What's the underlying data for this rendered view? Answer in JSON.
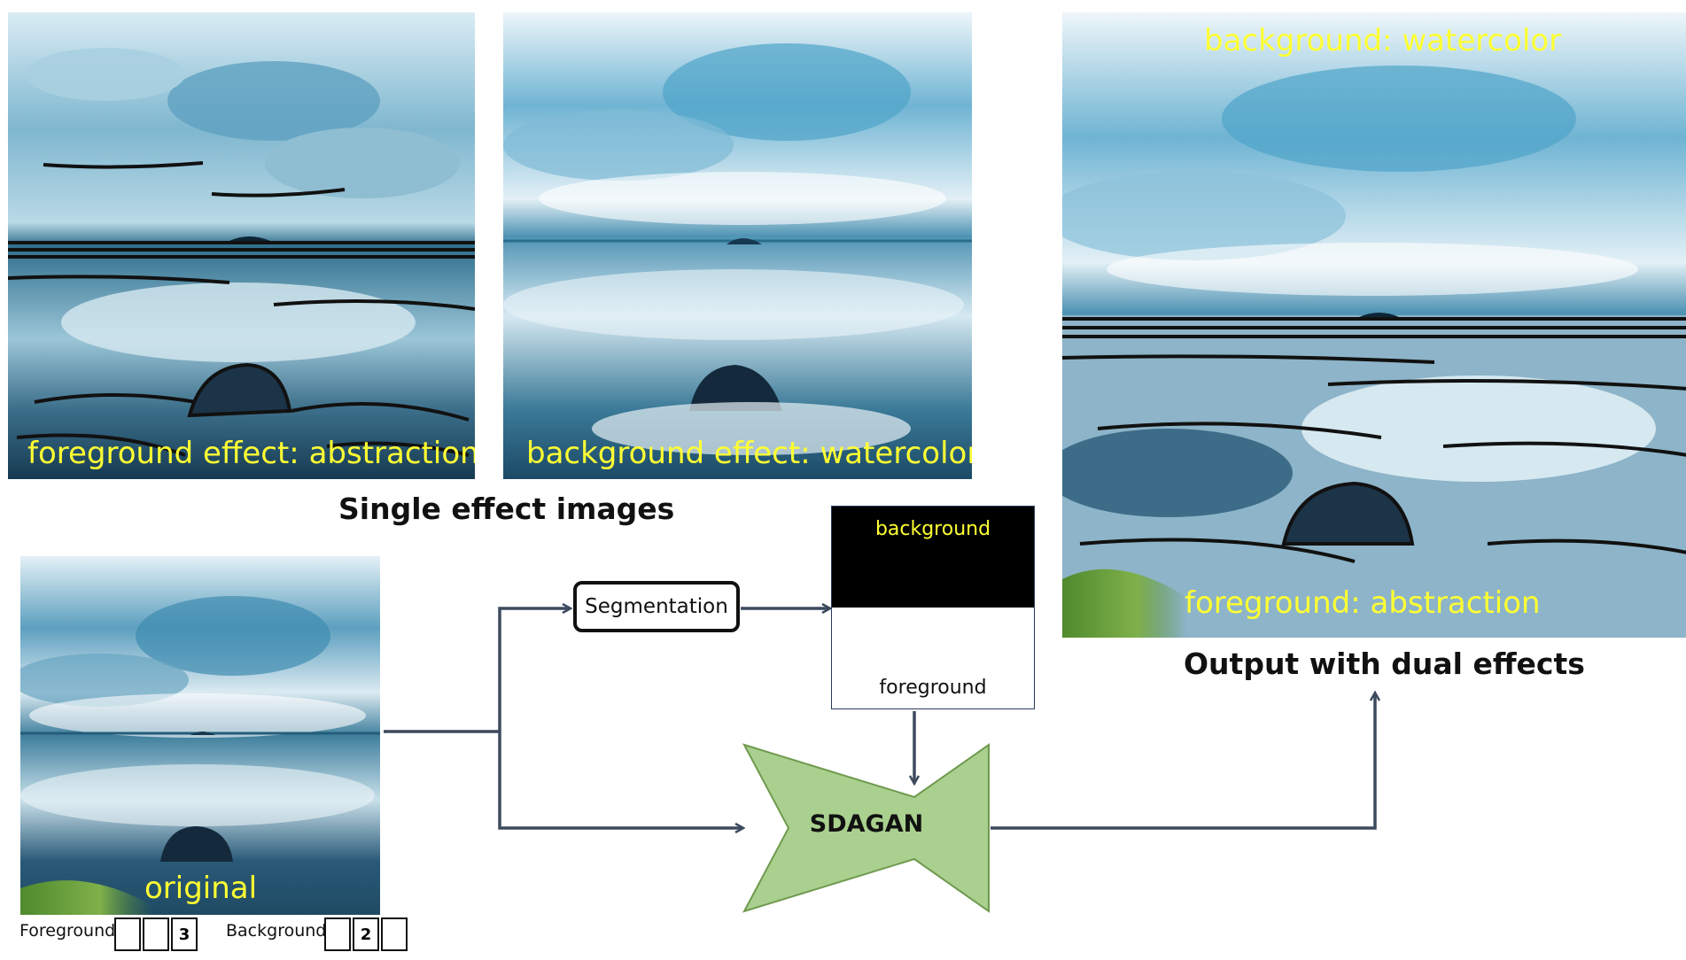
{
  "panels": {
    "abstraction": {
      "caption": "foreground effect: abstraction"
    },
    "watercolor": {
      "caption": "background effect: watercolor"
    },
    "original": {
      "caption": "original"
    },
    "output": {
      "caption_top": "background: watercolor",
      "caption_bottom": "foreground: abstraction"
    }
  },
  "titles": {
    "single": "Single effect images",
    "output": "Output with dual effects"
  },
  "diagram": {
    "segmentation_label": "Segmentation",
    "mask_background_label": "background",
    "mask_foreground_label": "foreground",
    "model_label": "SDAGAN"
  },
  "controls": {
    "foreground_label": "Foreground",
    "foreground_cells": [
      "",
      "",
      "3"
    ],
    "background_label": "Background",
    "background_cells": [
      "",
      "2",
      ""
    ]
  },
  "colors": {
    "caption": "#ffff33",
    "arrow": "#3d4a5e",
    "sdagan_fill": "#a9d08e",
    "sdagan_stroke": "#6f9a4f"
  }
}
